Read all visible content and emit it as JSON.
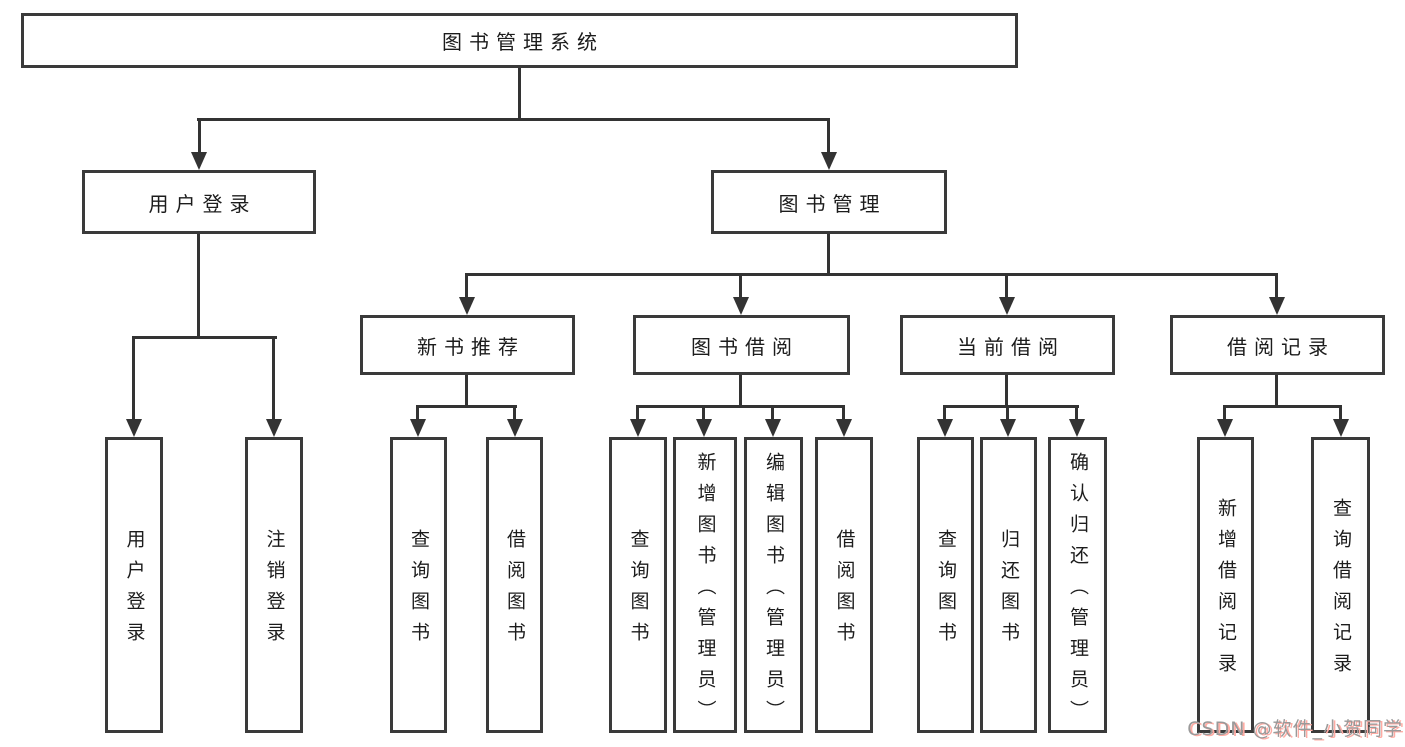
{
  "diagram": {
    "title": "图书管理系统",
    "root": {
      "label": "图书管理系统"
    },
    "level1": [
      {
        "label": "用户登录"
      },
      {
        "label": "图书管理"
      }
    ],
    "level2": [
      {
        "label": "新书推荐",
        "parent": "图书管理"
      },
      {
        "label": "图书借阅",
        "parent": "图书管理"
      },
      {
        "label": "当前借阅",
        "parent": "图书管理"
      },
      {
        "label": "借阅记录",
        "parent": "图书管理"
      }
    ],
    "leaves": [
      {
        "label": "用户登录",
        "parent": "用户登录"
      },
      {
        "label": "注销登录",
        "parent": "用户登录"
      },
      {
        "label": "查询图书",
        "parent": "新书推荐"
      },
      {
        "label": "借阅图书",
        "parent": "新书推荐"
      },
      {
        "label": "查询图书",
        "parent": "图书借阅"
      },
      {
        "label": "新增图书（管理员）",
        "parent": "图书借阅"
      },
      {
        "label": "编辑图书（管理员）",
        "parent": "图书借阅"
      },
      {
        "label": "借阅图书",
        "parent": "图书借阅"
      },
      {
        "label": "查询图书",
        "parent": "当前借阅"
      },
      {
        "label": "归还图书",
        "parent": "当前借阅"
      },
      {
        "label": "确认归还（管理员）",
        "parent": "当前借阅"
      },
      {
        "label": "新增借阅记录",
        "parent": "借阅记录"
      },
      {
        "label": "查询借阅记录",
        "parent": "借阅记录"
      }
    ]
  },
  "watermark": {
    "text": "CSDN @软件_小贺同学"
  },
  "colors": {
    "line": "#333333",
    "box_border": "#3a3a3a",
    "text": "#1c1c1c",
    "background": "#ffffff",
    "watermark_gray": "#9a9a9a",
    "watermark_red_shadow": "#ffaca4"
  }
}
